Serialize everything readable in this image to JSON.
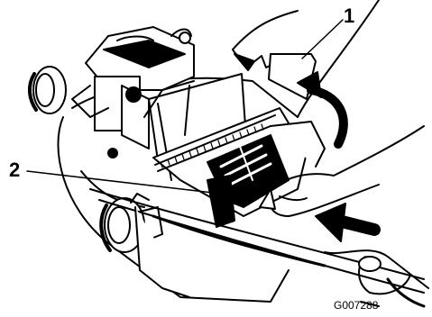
{
  "callouts": {
    "label_1": "1",
    "label_2": "2"
  },
  "figure_code": "G007288",
  "colors": {
    "line": "#000000",
    "background": "#ffffff"
  }
}
